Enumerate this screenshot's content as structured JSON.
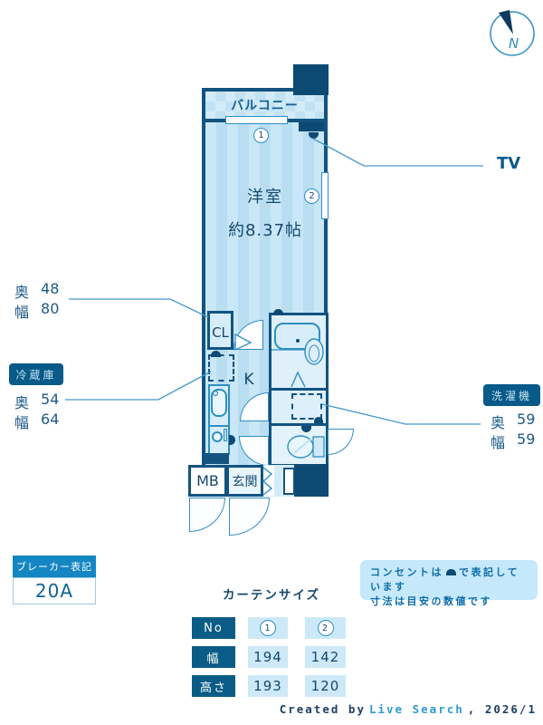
{
  "compass": {
    "label": "N"
  },
  "plan": {
    "balcony": "バルコニー",
    "room": "洋室",
    "room_size": "約8.37帖",
    "closet": "CL",
    "kitchen": "K",
    "meter_box": "MB",
    "entrance": "玄関",
    "tv": "TV",
    "window1_no": "1",
    "window2_no": "2"
  },
  "labels": {
    "closet_dims": {
      "rows": [
        {
          "k": "奥",
          "v": "48"
        },
        {
          "k": "幅",
          "v": "80"
        }
      ]
    },
    "fridge": {
      "title": "冷蔵庫",
      "rows": [
        {
          "k": "奥",
          "v": "54"
        },
        {
          "k": "幅",
          "v": "64"
        }
      ]
    },
    "washer": {
      "title": "洗濯機",
      "rows": [
        {
          "k": "奥",
          "v": "59"
        },
        {
          "k": "幅",
          "v": "59"
        }
      ]
    }
  },
  "breaker": {
    "title": "ブレーカー表記",
    "value": "20A"
  },
  "curtain": {
    "title": "カーテンサイズ",
    "row_headers": [
      "No",
      "幅",
      "高さ"
    ],
    "columns": [
      {
        "no": "1",
        "width": "194",
        "height": "193"
      },
      {
        "no": "2",
        "width": "142",
        "height": "120"
      }
    ]
  },
  "note": {
    "line1_before": "コンセントは",
    "line1_after": "で表記しています",
    "line2": "寸法は目安の数値です"
  },
  "credit": {
    "before": "Created by",
    "brand": "Live Search",
    "after": ", 2026/1"
  }
}
